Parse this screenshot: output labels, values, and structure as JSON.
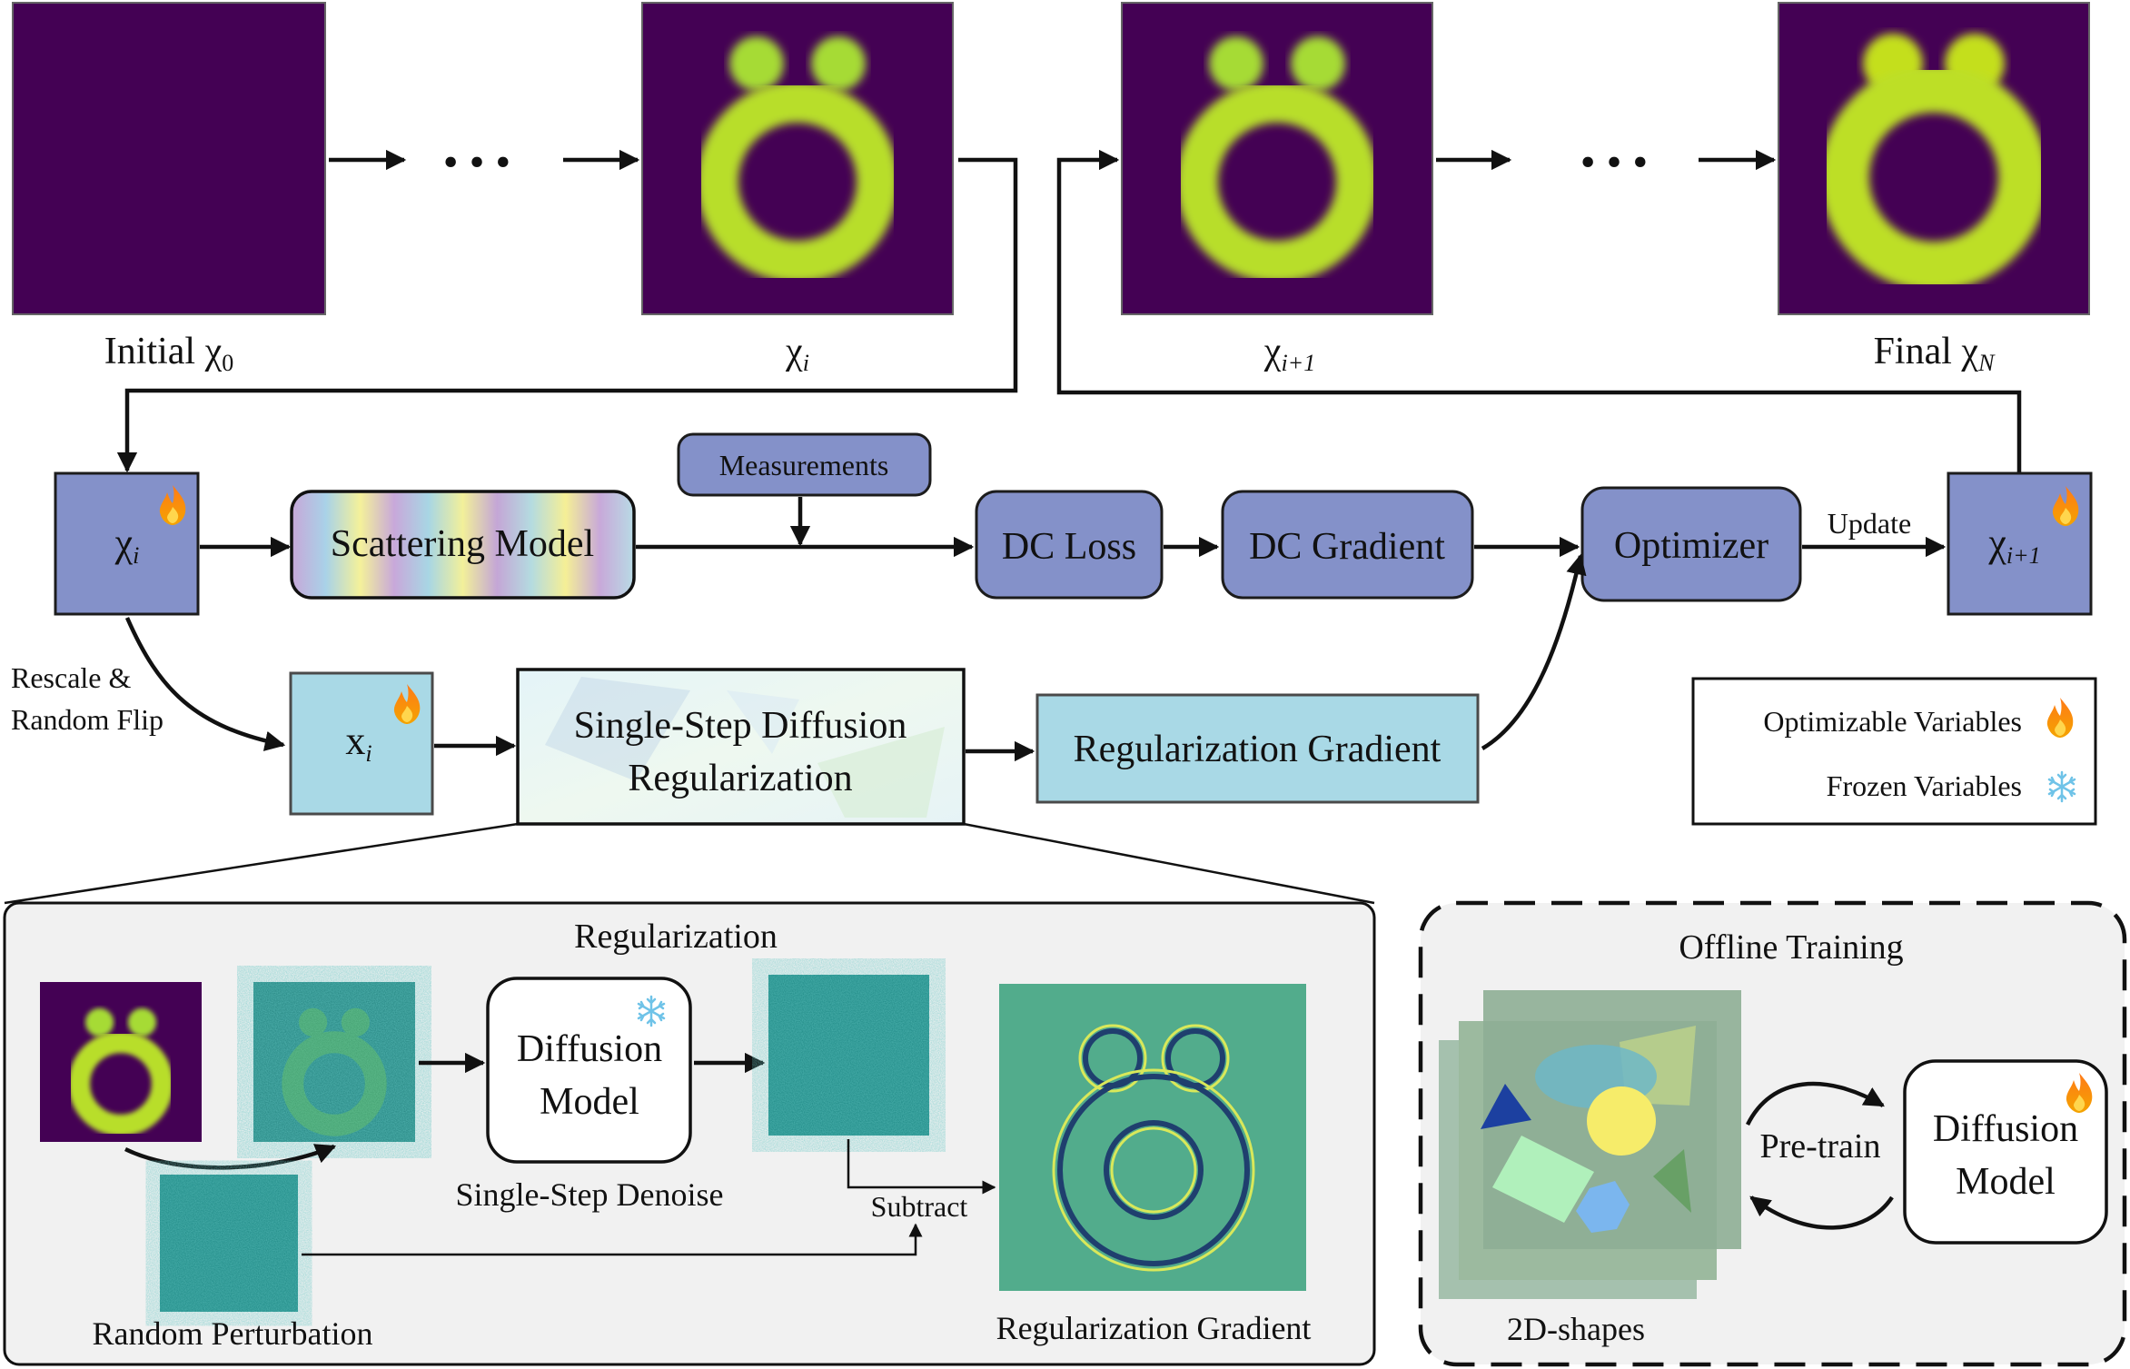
{
  "top_row": {
    "initial_label_prefix": "Initial ",
    "chi_symbol": "χ",
    "initial_sub": "0",
    "xi_sub": "i",
    "xi1_sub": "i+1",
    "final_label_prefix": "Final ",
    "final_sub": "N",
    "ellipsis": "• • •"
  },
  "pipeline": {
    "measurements": "Measurements",
    "scattering_model": "Scattering Model",
    "dc_loss": "DC Loss",
    "dc_gradient": "DC Gradient",
    "optimizer": "Optimizer",
    "update": "Update",
    "rescale_line1": "Rescale &",
    "rescale_line2": "Random Flip",
    "x_symbol": "x",
    "x_sub": "i",
    "single_step_line1": "Single-Step Diffusion",
    "single_step_line2": "Regularization",
    "regularization_gradient": "Regularization Gradient"
  },
  "legend": {
    "optimizable": "Optimizable Variables",
    "frozen": "Frozen Variables"
  },
  "regularization_panel": {
    "title": "Regularization",
    "diffusion_line1": "Diffusion",
    "diffusion_line2": "Model",
    "single_step_denoise": "Single-Step Denoise",
    "subtract": "Subtract",
    "random_perturbation": "Random Perturbation",
    "regularization_gradient": "Regularization Gradient"
  },
  "offline_panel": {
    "title": "Offline Training",
    "pretrain": "Pre-train",
    "diffusion_line1": "Diffusion",
    "diffusion_line2": "Model",
    "shapes_label": "2D-shapes"
  },
  "colors": {
    "viridis_dark": "#440154",
    "viridis_teal": "#21918c",
    "viridis_yellow": "#fde725",
    "box_dark": "#8491c9",
    "box_light": "#a9d9e6",
    "panel_bg": "#f1f1f1"
  },
  "icons": [
    "flame-icon",
    "snowflake-icon",
    "arrow-icon"
  ]
}
